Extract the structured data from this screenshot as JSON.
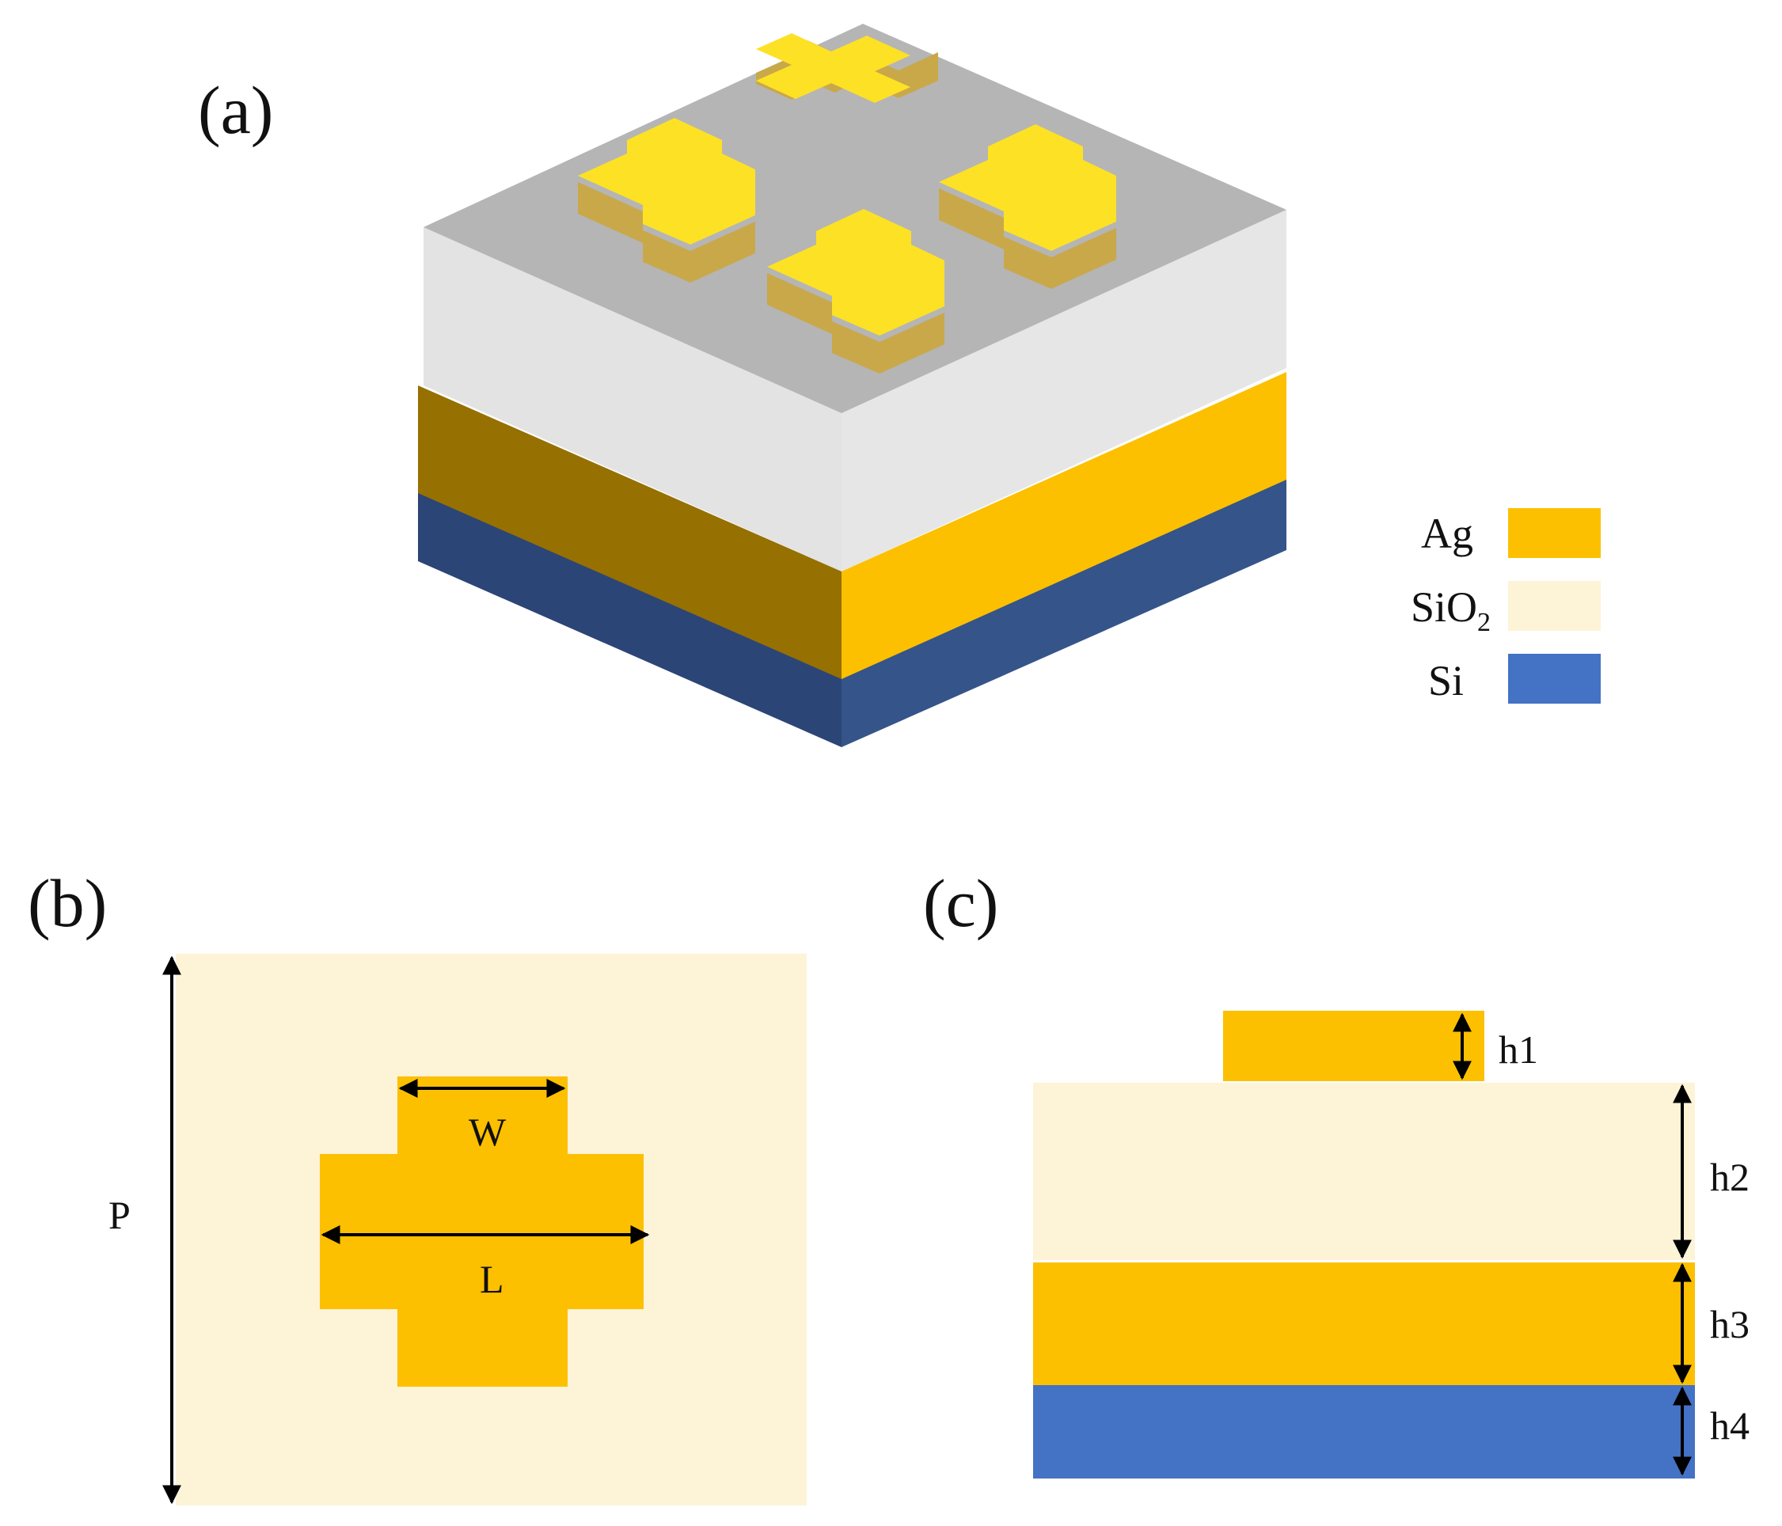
{
  "panels": {
    "a": {
      "label": "(a)"
    },
    "b": {
      "label": "(b)",
      "dims": {
        "p": "P",
        "w": "W",
        "l": "L"
      }
    },
    "c": {
      "label": "(c)",
      "dims": {
        "h1": "h1",
        "h2": "h2",
        "h3": "h3",
        "h4": "h4"
      }
    }
  },
  "legend": {
    "items": [
      {
        "name": "Ag",
        "color": "#fcc000"
      },
      {
        "name": "SiO",
        "subscript": "2",
        "color": "#fdf3d7"
      },
      {
        "name": "Si",
        "color": "#4472c4"
      }
    ]
  },
  "colors": {
    "ag": "#fcc000",
    "ag_dark": "#967000",
    "sio2_light": "#fdf3d7",
    "si": "#4472c4",
    "si_dark": "#2c4577",
    "si_right": "#35548a",
    "glass_top": "#b1b1b1",
    "cross_top": "#fde125",
    "cross_side": "#c9a84a"
  }
}
